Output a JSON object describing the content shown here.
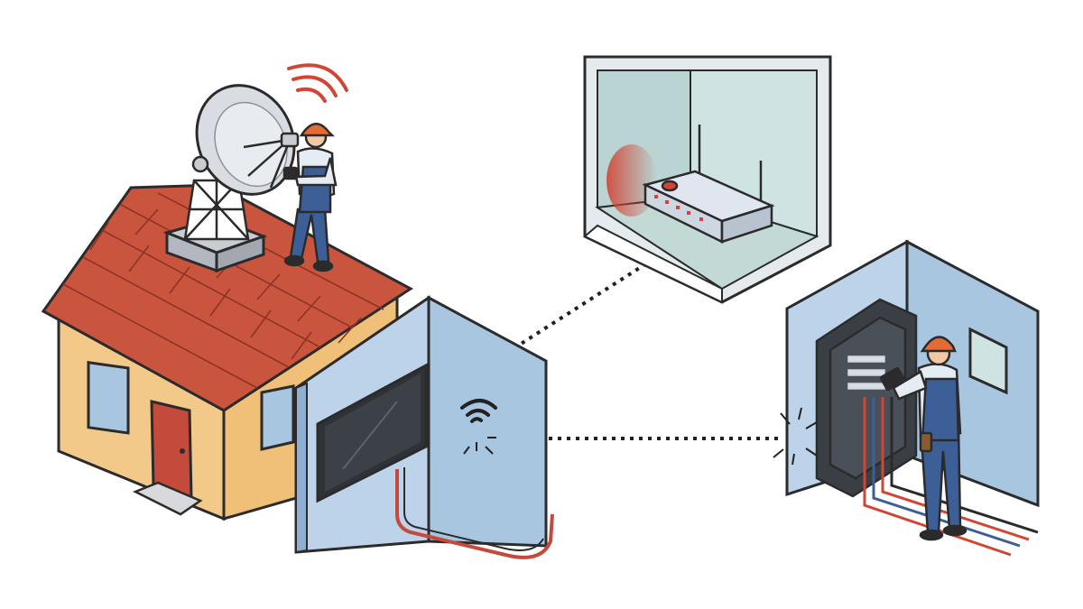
{
  "scene": {
    "description_free": true,
    "panels": [
      {
        "id": "house",
        "icon": "house-icon"
      },
      {
        "id": "router-room",
        "icon": "router-icon"
      },
      {
        "id": "tv-wall",
        "icon": "tv-icon"
      },
      {
        "id": "electrical-room",
        "icon": "electrical-panel-icon"
      }
    ],
    "colors": {
      "outline": "#2b2b2b",
      "roof": "#c9553f",
      "house_wall": "#f3c98a",
      "door": "#c44a3c",
      "window": "#a9c6e0",
      "wall_light": "#bcd3ea",
      "wall_dark": "#8fb0d2",
      "room_glass": "#d2e7e6",
      "worker_shirt": "#e6ecf4",
      "worker_overalls": "#3d5f97",
      "helmet": "#e36b35",
      "signal": "#d24535",
      "router": "#dfe6ef",
      "panel_box": "#3a3f46"
    }
  }
}
